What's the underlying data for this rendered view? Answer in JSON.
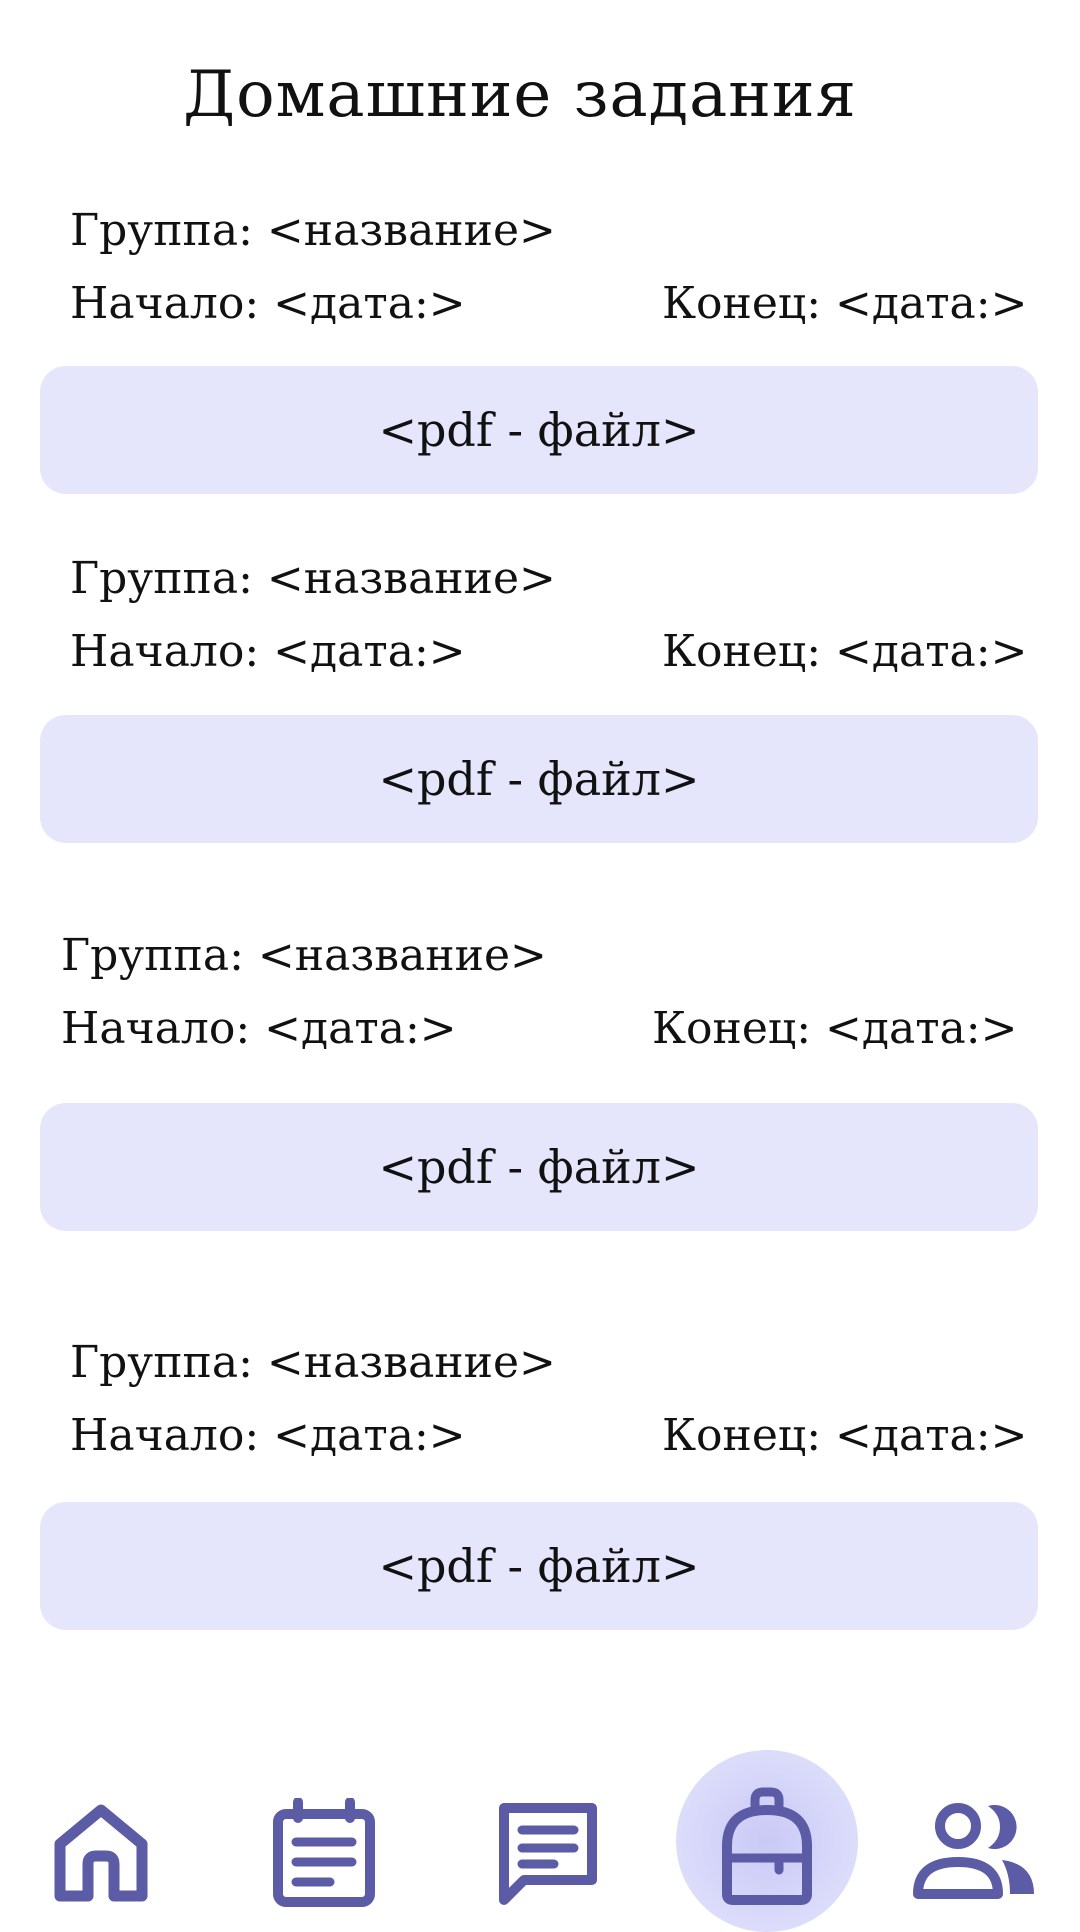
{
  "page": {
    "title": "Домашние задания"
  },
  "homeworks": [
    {
      "group_label": "Группа: <название>",
      "start_label": "Начало: <дата:>",
      "end_label": "Конец: <дата:>",
      "file_label": "<pdf - файл>"
    },
    {
      "group_label": "Группа: <название>",
      "start_label": "Начало: <дата:>",
      "end_label": "Конец: <дата:>",
      "file_label": "<pdf - файл>"
    },
    {
      "group_label": "Группа: <название>",
      "start_label": "Начало: <дата:>",
      "end_label": "Конец: <дата:>",
      "file_label": "<pdf - файл>"
    },
    {
      "group_label": "Группа: <название>",
      "start_label": "Начало: <дата:>",
      "end_label": "Конец: <дата:>",
      "file_label": "<pdf - файл>"
    }
  ],
  "bottom_nav": {
    "items": [
      {
        "icon": "home-icon",
        "active": false
      },
      {
        "icon": "calendar-icon",
        "active": false
      },
      {
        "icon": "chat-icon",
        "active": false
      },
      {
        "icon": "backpack-icon",
        "active": true
      },
      {
        "icon": "users-icon",
        "active": false
      }
    ],
    "icon_color": "#5b5ba6",
    "active_bg_color": "#d8d8fa"
  },
  "colors": {
    "card_bg": "#e5e5fc",
    "text": "#111111",
    "background": "#ffffff"
  }
}
